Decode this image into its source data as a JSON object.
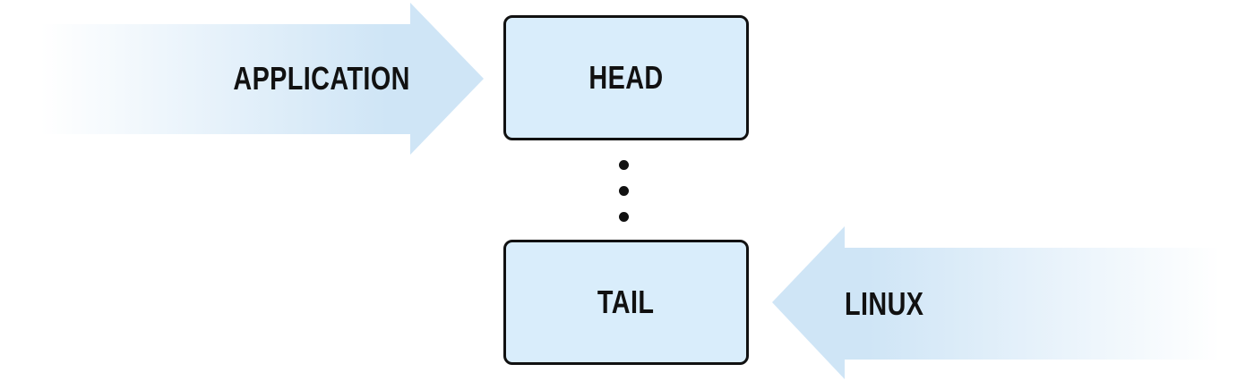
{
  "diagram": {
    "title": "queue-head-tail-diagram",
    "nodes": [
      {
        "id": "head",
        "label": "HEAD"
      },
      {
        "id": "tail",
        "label": "TAIL"
      }
    ],
    "arrows": [
      {
        "id": "application",
        "label": "APPLICATION",
        "direction": "right",
        "points_to": "HEAD"
      },
      {
        "id": "linux",
        "label": "LINUX",
        "direction": "left",
        "points_to": "TAIL"
      }
    ],
    "ellipsis": {
      "dot_count": 3,
      "meaning": "intermediate-items-between-head-and-tail"
    },
    "colors": {
      "arrow_blue": "#cfe5f6",
      "arrow_fade": "#ffffff",
      "node_fill": "#d9edfb",
      "node_border": "#111111",
      "text": "#111111",
      "background": "#ffffff"
    }
  }
}
